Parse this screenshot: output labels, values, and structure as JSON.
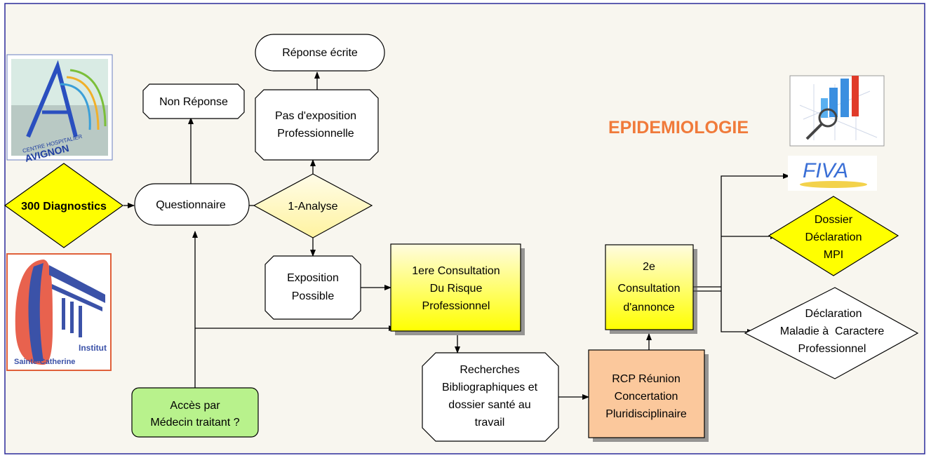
{
  "colors": {
    "background": "#f8f6ef",
    "frame": "#2a2a9a",
    "yellow": "#ffff00",
    "yellow_light": "#fffac0",
    "green": "#b8f28c",
    "peach": "#fbc89c",
    "epidemiology": "#f07a3a",
    "fiva_blue": "#3a6fd6",
    "fiva_yellow": "#f3d24b"
  },
  "logos": {
    "avignon": {
      "line1": "CENTRE HOSPITALIER",
      "line2": "AVIGNON"
    },
    "sainte_catherine": {
      "line1": "Institut",
      "line2": "Sainte-Catherine"
    },
    "fiva": {
      "text": "FIVA"
    }
  },
  "title": "EPIDEMIOLOGIE",
  "nodes": {
    "diagnostics": "300 Diagnostics",
    "questionnaire": "Questionnaire",
    "non_reponse": "Non Réponse",
    "analyse": "1-Analyse",
    "pas_exposition": [
      "Pas d'exposition",
      "Professionnelle"
    ],
    "reponse_ecrite": "Réponse écrite",
    "exposition_possible": [
      "Exposition",
      "Possible"
    ],
    "consultation1": [
      "1ere Consultation",
      "Du Risque",
      "Professionnel"
    ],
    "acces": [
      "Accès par",
      "Médecin traitant ?"
    ],
    "recherches": [
      "Recherches",
      "Bibliographiques et",
      "dossier santé au",
      "travail"
    ],
    "rcp": [
      "RCP Réunion",
      "Concertation",
      "Pluridisciplinaire"
    ],
    "consultation2": [
      "2e",
      "Consultation",
      "d'annonce"
    ],
    "dossier_mpi": [
      "Dossier",
      "Déclaration",
      "MPI"
    ],
    "declaration_mcp": [
      "Déclaration",
      "Maladie à  Caractere",
      "Professionnel"
    ]
  }
}
